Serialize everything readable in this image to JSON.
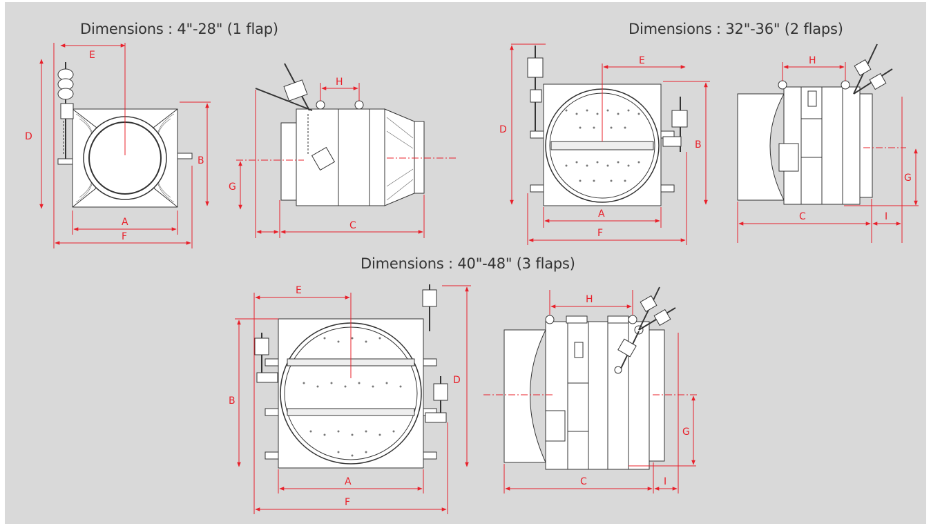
{
  "titles": {
    "small": "Dimensions : 4\"-28\" (1 flap)",
    "medium": "Dimensions : 32\"-36\" (2 flaps)",
    "large": "Dimensions : 40\"-48\" (3 flaps)"
  },
  "labels": {
    "a": "A",
    "b": "B",
    "c": "C",
    "d": "D",
    "e": "E",
    "f": "F",
    "g": "G",
    "h": "H",
    "i": "I"
  },
  "colors": {
    "background": "#d9d9d9",
    "dimension_lines": "#e8202a",
    "body_fill": "#ffffff",
    "outline": "#333333"
  }
}
